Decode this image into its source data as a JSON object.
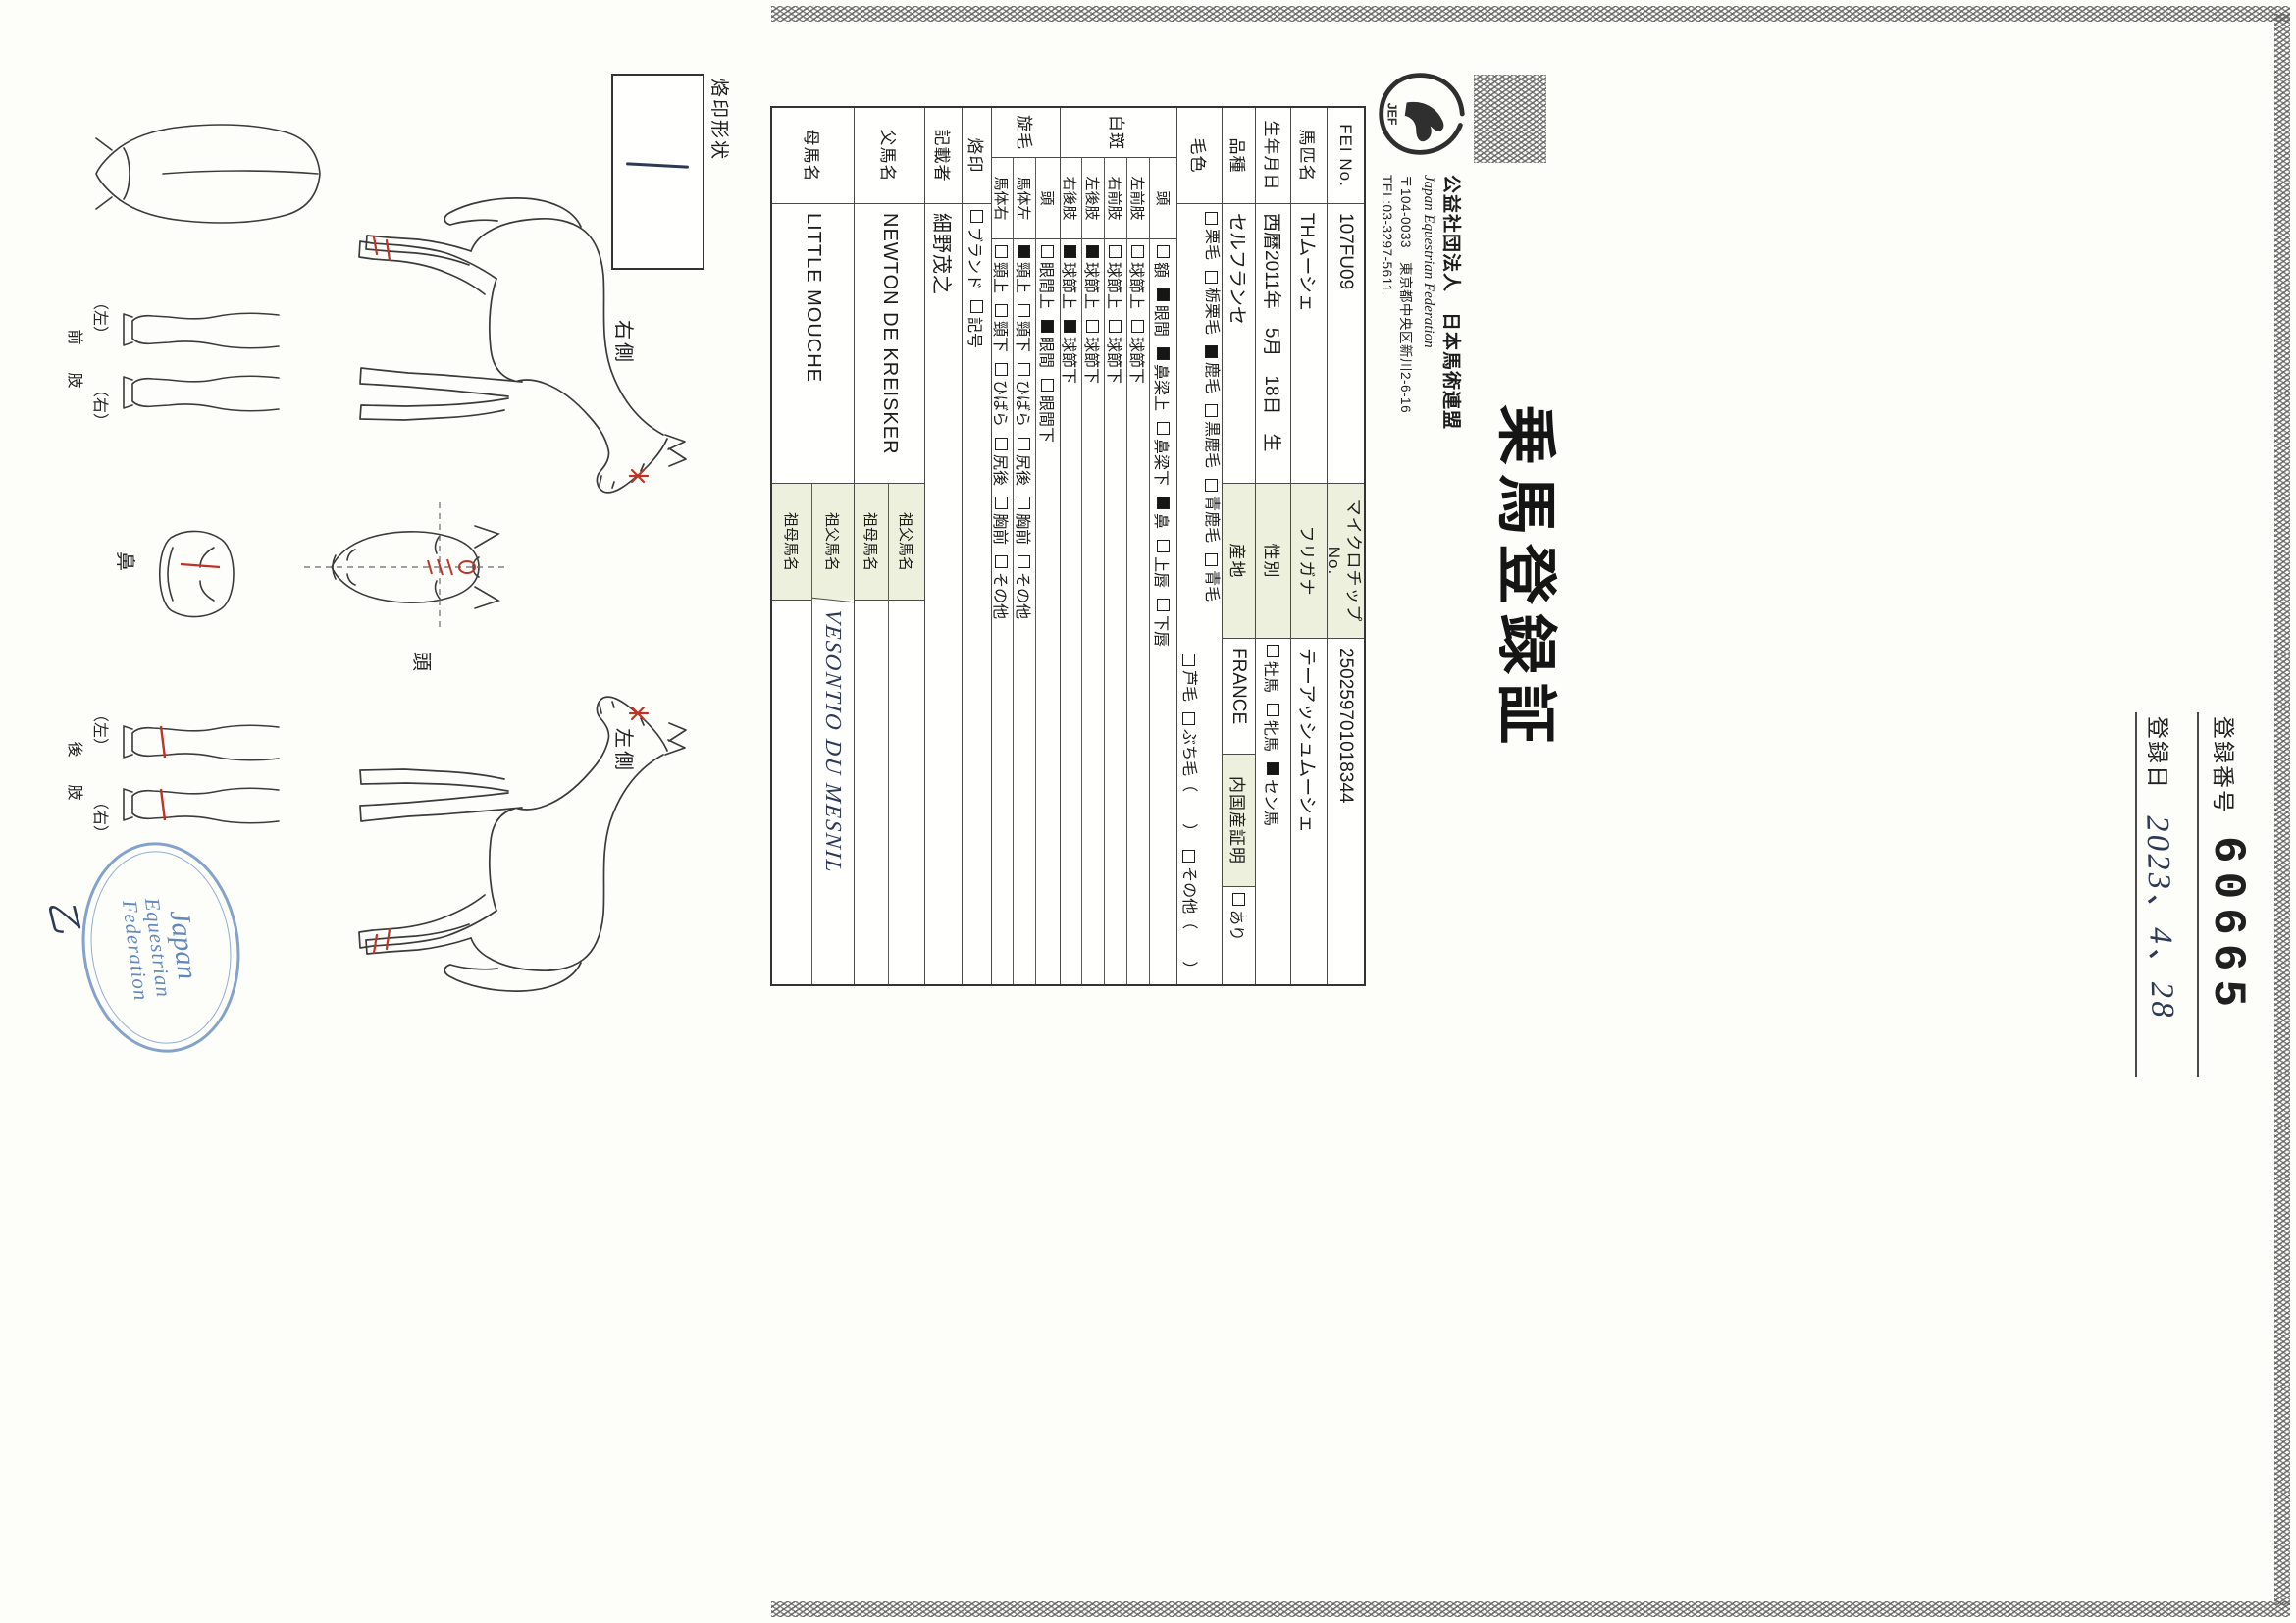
{
  "page": {
    "registration_no_label": "登録番号",
    "registration_no": "60665",
    "registration_date_label": "登録日",
    "registration_date": "2023、4、28",
    "title": "乗馬登録証",
    "org": {
      "name_ja": "公益社団法人　日本馬術連盟",
      "name_en": "Japan Equestrian Federation",
      "address": "〒104-0033　東京都中央区新川2-6-16",
      "tel": "TEL:03-3297-5611",
      "logo_text": "JEF"
    },
    "brand_box_label": "烙印形状"
  },
  "form": {
    "rows": [
      {
        "kind": "pair",
        "h": 37,
        "label": "FEI No.",
        "value": "107FU09",
        "label2": "マイクロチップNo.",
        "value2": "250259701018344"
      },
      {
        "kind": "pair",
        "h": 37,
        "label": "馬匹名",
        "value": "THムーシェ",
        "label2": "フリガナ",
        "value2": "テーアッシュムーシェ"
      },
      {
        "kind": "pair",
        "h": 36,
        "label": "生年月日",
        "value": "西暦2011年　5月　18日　生",
        "label2": "性別",
        "options2": [
          {
            "t": "牡馬",
            "c": false
          },
          {
            "t": "牝馬",
            "c": false
          },
          {
            "t": "セン馬",
            "c": true
          }
        ]
      },
      {
        "kind": "quad",
        "h": 34,
        "label": "品種",
        "value": "セルフランセ",
        "label2": "産地",
        "value2": "FRANCE",
        "label3": "内国産証明",
        "options3": [
          {
            "t": "あり",
            "c": false
          }
        ]
      },
      {
        "kind": "coat",
        "h": 46,
        "label": "毛色",
        "line1": [
          {
            "t": "栗毛",
            "c": false
          },
          {
            "t": "栃栗毛",
            "c": false
          },
          {
            "t": "鹿毛",
            "c": true
          },
          {
            "t": "黒鹿毛",
            "c": false
          },
          {
            "t": "青鹿毛",
            "c": false
          },
          {
            "t": "青毛",
            "c": false
          }
        ],
        "line2": [
          {
            "t": "芦毛",
            "c": false
          },
          {
            "t": "ぶち毛（　　）",
            "c": false
          },
          {
            "t": "その他（　　）",
            "c": false
          }
        ]
      },
      {
        "kind": "group",
        "label": "白斑",
        "subrows": [
          {
            "sub": "頭",
            "h": 27,
            "options": [
              {
                "t": "額",
                "c": false
              },
              {
                "t": "眼間",
                "c": true
              },
              {
                "t": "鼻梁上",
                "c": true
              },
              {
                "t": "鼻梁下",
                "c": false
              },
              {
                "t": "鼻",
                "c": true
              },
              {
                "t": "上唇",
                "c": false
              },
              {
                "t": "下唇",
                "c": false
              }
            ]
          },
          {
            "sub": "左前肢",
            "h": 23,
            "options": [
              {
                "t": "球節上",
                "c": false
              },
              {
                "t": "球節下",
                "c": false
              }
            ]
          },
          {
            "sub": "右前肢",
            "h": 23,
            "options": [
              {
                "t": "球節上",
                "c": false
              },
              {
                "t": "球節下",
                "c": false
              }
            ]
          },
          {
            "sub": "左後肢",
            "h": 23,
            "options": [
              {
                "t": "球節上",
                "c": true
              },
              {
                "t": "球節下",
                "c": false
              }
            ]
          },
          {
            "sub": "右後肢",
            "h": 23,
            "options": [
              {
                "t": "球節上",
                "c": true
              },
              {
                "t": "球節下",
                "c": true
              }
            ]
          }
        ]
      },
      {
        "kind": "group",
        "label": "旋毛",
        "subrows": [
          {
            "sub": "頭",
            "h": 24,
            "options": [
              {
                "t": "眼間上",
                "c": false
              },
              {
                "t": "眼間",
                "c": true
              },
              {
                "t": "眼間下",
                "c": false
              }
            ]
          },
          {
            "sub": "馬体左",
            "h": 23,
            "options": [
              {
                "t": "頸上",
                "c": true
              },
              {
                "t": "頸下",
                "c": false
              },
              {
                "t": "ひばら",
                "c": false
              },
              {
                "t": "尻後",
                "c": false
              },
              {
                "t": "胸前",
                "c": false
              },
              {
                "t": "その他",
                "c": false
              }
            ]
          },
          {
            "sub": "馬体右",
            "h": 23,
            "options": [
              {
                "t": "頸上",
                "c": false
              },
              {
                "t": "頸下",
                "c": false
              },
              {
                "t": "ひばら",
                "c": false
              },
              {
                "t": "尻後",
                "c": false
              },
              {
                "t": "胸前",
                "c": false
              },
              {
                "t": "その他",
                "c": false
              }
            ]
          }
        ]
      },
      {
        "kind": "options",
        "h": 30,
        "label": "烙印",
        "options": [
          {
            "t": "ブランド",
            "c": false
          },
          {
            "t": "記号",
            "c": false
          }
        ]
      },
      {
        "kind": "simple",
        "h": 38,
        "label": "記載者",
        "value": "細野茂之"
      },
      {
        "kind": "parent",
        "h": 72,
        "label": "父馬名",
        "value": "NEWTON DE KREISKER",
        "subrows": [
          {
            "sub": "祖父馬名",
            "value": ""
          },
          {
            "sub": "祖母馬名",
            "value": ""
          }
        ]
      },
      {
        "kind": "parent",
        "h": 84,
        "label": "母馬名",
        "value": "LITTLE MOUCHE",
        "subrows": [
          {
            "sub": "祖父馬名",
            "value": "VESONTIO DU MESNIL",
            "hand": true
          },
          {
            "sub": "祖母馬名",
            "value": ""
          }
        ]
      }
    ]
  },
  "diagram": {
    "right_side_label": "右側",
    "left_side_label": "左側",
    "head_label": "頭",
    "muzzle_label": "鼻",
    "left_paren": "（左）",
    "right_paren": "（右）",
    "foreleg_label": "前　肢",
    "hindleg_label": "後　肢",
    "handwritten_mark": "乙",
    "stamp": {
      "line1": "Japan",
      "line2": "Equestrian",
      "line3": "Federation"
    }
  },
  "colors": {
    "mark_red": "#c03428",
    "stamp_blue": "#4d7ab5",
    "ink": "#2e3a55"
  }
}
